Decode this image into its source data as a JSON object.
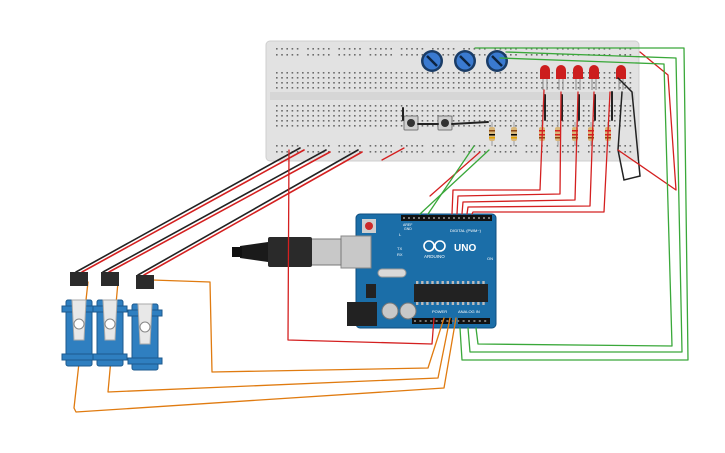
{
  "arduino": {
    "brand": "ARDUINO",
    "model": "UNO",
    "header_digital": "DIGITAL (PWM~)",
    "header_analog": "ANALOG IN",
    "header_power": "POWER",
    "label_tx": "TX",
    "label_rx": "RX",
    "label_on": "ON",
    "label_l": "L",
    "label_gnd": "GND",
    "label_aref": "AREF"
  },
  "components": {
    "potentiometers": 3,
    "leds": 5,
    "resistors": 7,
    "pushbuttons": 2,
    "servos": 3
  },
  "colors": {
    "board_blue": "#1b6ea8",
    "breadboard": "#e2e2e2",
    "wire_red": "#d42020",
    "wire_green": "#3aa83a",
    "wire_orange": "#e07b10",
    "wire_black": "#222222",
    "led_red": "#cc1e1e",
    "servo_blue": "#2f7fc0"
  }
}
